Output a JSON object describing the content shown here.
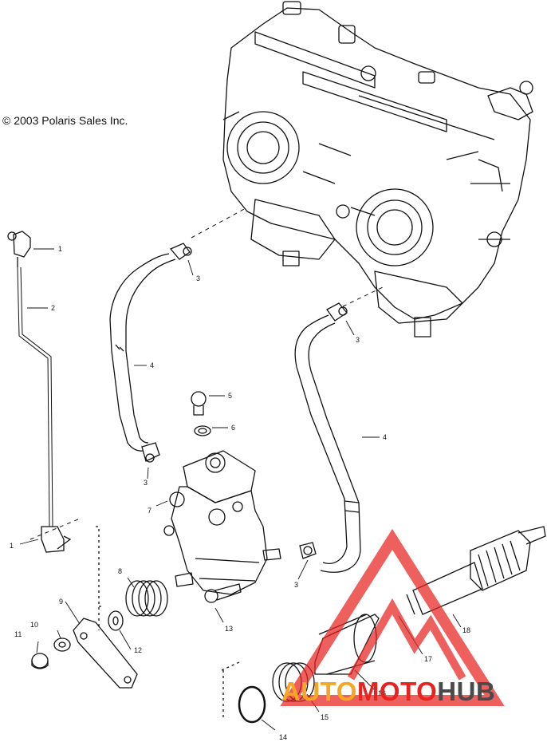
{
  "copyright": "© 2003 Polaris Sales Inc.",
  "callouts": [
    "1",
    "2",
    "3",
    "4",
    "5",
    "6",
    "3",
    "4",
    "7",
    "1",
    "8",
    "9",
    "10",
    "11",
    "12",
    "13",
    "3",
    "18",
    "17",
    "16",
    "15",
    "14",
    "3"
  ],
  "watermark": {
    "part1": "AUTO",
    "part2": "MOTO",
    "part3": "HUB",
    "color_orange": "#f5a623",
    "color_red": "#e8231f",
    "color_gray": "#4a4a4a"
  }
}
